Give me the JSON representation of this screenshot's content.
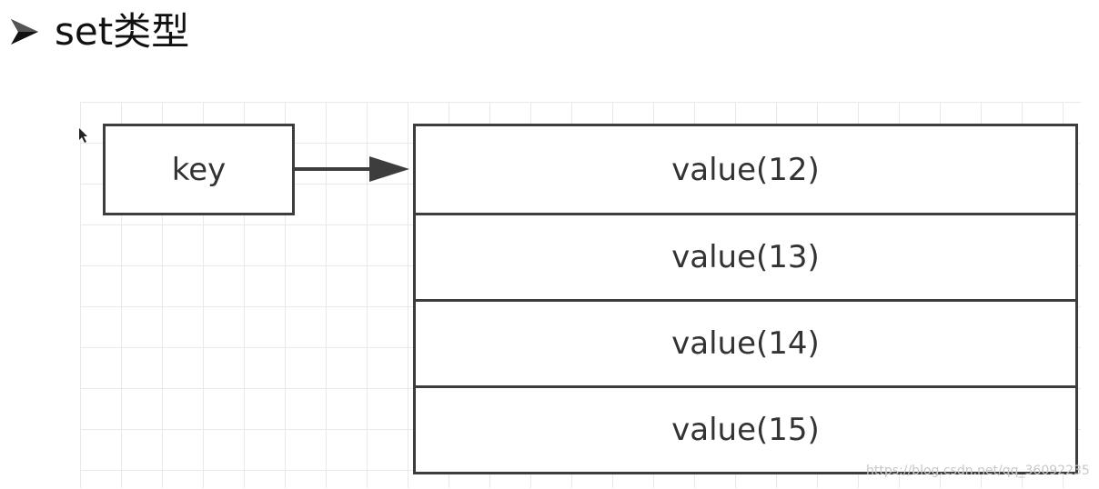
{
  "heading": {
    "bullet_icon": "arrowhead-bullet-icon",
    "text": "set类型"
  },
  "diagram": {
    "key_label": "key",
    "values": [
      "value(12)",
      "value(13)",
      "value(14)",
      "value(15)"
    ]
  },
  "watermark": "https://blog.csdn.net/qq_36092235",
  "colors": {
    "box_border": "#3d3d3d",
    "grid_line": "#e9e9e9",
    "text": "#333333",
    "background": "#ffffff"
  }
}
